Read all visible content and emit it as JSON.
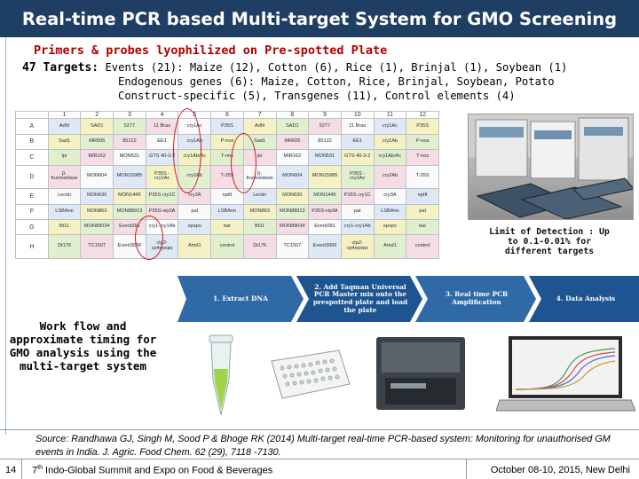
{
  "title": "Real-time PCR based Multi-target System for GMO Screening",
  "primers": "Primers & probes lyophilized on Pre-spotted Plate",
  "targets": {
    "label": "47 Targets:",
    "events": "Events (21): Maize (12), Cotton (6), Rice (1), Brinjal (1), Soybean (1)",
    "endogenous": "Endogenous genes (6): Maize, Cotton, Rice, Brinjal, Soybean, Potato",
    "construct": "Construct-specific (5), Transgenes (11), Control elements (4)"
  },
  "plate": {
    "columns": [
      "1",
      "2",
      "3",
      "4",
      "5",
      "6",
      "7",
      "8",
      "9",
      "10",
      "11",
      "12"
    ],
    "rows": [
      {
        "label": "A",
        "cells": [
          "Adhl",
          "SAD1",
          "5277",
          "11 Bras",
          "cry1Ac",
          "P35S",
          "Adhl",
          "SAD1",
          "5277",
          "11 Bras",
          "cry1Ac",
          "P35S"
        ]
      },
      {
        "label": "B",
        "cells": [
          "Sad1",
          "MR605",
          "85122",
          "EE1",
          "cry1Ab",
          "P-nos",
          "Sad1",
          "MR605",
          "85122",
          "EE1",
          "cry1Ab",
          "P-nos"
        ]
      },
      {
        "label": "C",
        "cells": [
          "lpi",
          "MIR162",
          "MON531",
          "GTS 40-3-2",
          "cry1Ab/Ac",
          "T-nos",
          "lpi",
          "MIR162",
          "MON531",
          "GTS 40-3-2",
          "cry1Ab/Ac",
          "T-nos"
        ]
      },
      {
        "label": "D",
        "cells": [
          "β-fructosidase",
          "MON604",
          "MON15985",
          "P35S - cry1Ac",
          "cry2Ab",
          "T-35S",
          "β-fructosidase",
          "MON604",
          "MON15985",
          "P35S - cry1Ac",
          "cry2Ab",
          "T-35S"
        ]
      },
      {
        "label": "E",
        "cells": [
          "Lectin",
          "MON630",
          "MON1445",
          "P35S cry1C",
          "cry3A",
          "nptII",
          "Lectin",
          "MON630",
          "MON1445",
          "P35S cry1C",
          "cry3A",
          "nptII"
        ]
      },
      {
        "label": "F",
        "cells": [
          "LSBAnn",
          "MON863",
          "MON88913",
          "P35S-vip3A",
          "pat",
          "LSBAnn",
          "MON863",
          "MON88913",
          "P35S-vip3A",
          "pat",
          "LSBAnn",
          "pat"
        ]
      },
      {
        "label": "G",
        "cells": [
          "Bt11",
          "MON89034",
          "Event281",
          "cry1-cry1Ab",
          "epsps",
          "bar",
          "Bt11",
          "MON89034",
          "Event281",
          "cry1-cry1Ab",
          "epsps",
          "bar"
        ]
      },
      {
        "label": "H",
        "cells": [
          "Dt176",
          "TC1507",
          "Event3006",
          "ctp2-cp4epsps",
          "Amd1",
          "control",
          "Dt176",
          "TC1507",
          "Event3006",
          "ctp2-cp4epsps",
          "Amd1",
          "control"
        ]
      }
    ]
  },
  "lod": "Limit of Detection : Up to 0.1-0.01% for different targets",
  "workflow": {
    "steps": [
      "1. Extract DNA",
      "2. Add Taqman Universal PCR Master mix onto the prespotted plate and load the plate",
      "3. Real time PCR Amplification",
      "4. Data Analysis"
    ],
    "caption": "Work flow and approximate timing for GMO analysis using the multi-target system"
  },
  "source": "Source: Randhawa GJ, Singh M, Sood P & Bhoge RK (2014) Multi-target real-time PCR-based system: Monitoring for unauthorised GM events in India. J. Agric. Food Chem. 62 (29), 7118 -7130.",
  "footer": {
    "slide_number": "14",
    "event_ordinal": "7",
    "event_suffix": "th",
    "event_name": " Indo-Global Summit and Expo on Food & Beverages",
    "date": "October 08-10, 2015, New Delhi"
  },
  "colors": {
    "title_bg": "#1f3e63",
    "accent_red": "#b00000",
    "flow_blue": "#2f6aa6"
  }
}
